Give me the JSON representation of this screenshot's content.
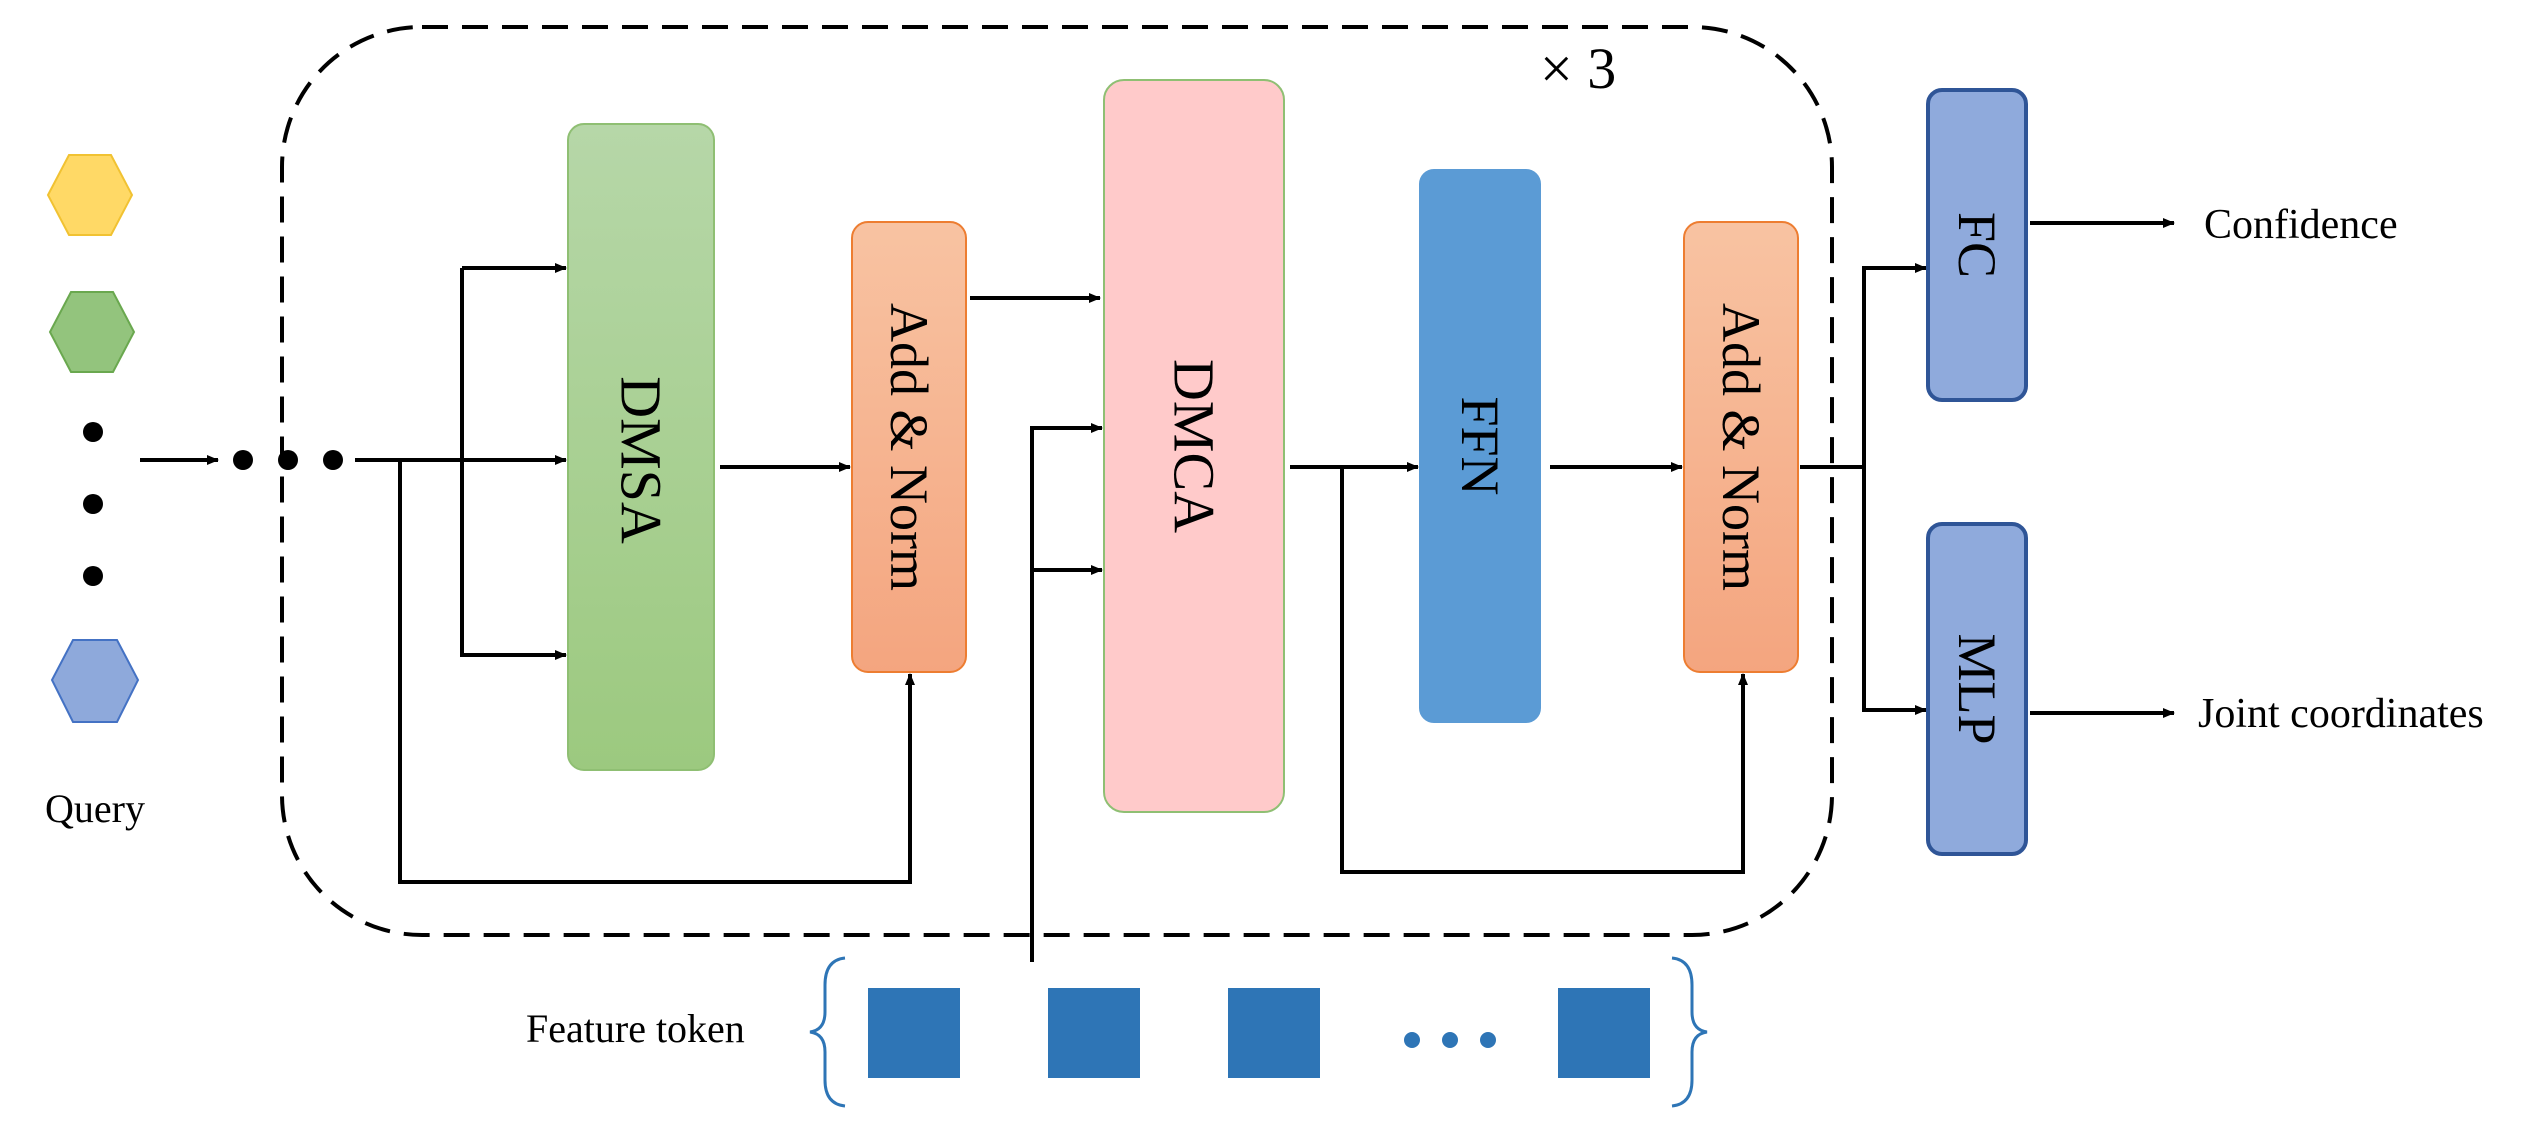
{
  "repeat_label": "× 3",
  "query_label": "Query",
  "feature_token_label": "Feature token",
  "blocks": {
    "dmsa": "DMSA",
    "addnorm1": "Add & Norm",
    "dmca": "DMCA",
    "ffn": "FFN",
    "addnorm2": "Add & Norm",
    "fc": "FC",
    "mlp": "MLP"
  },
  "outputs": {
    "confidence": "Confidence",
    "joints": "Joint coordinates"
  },
  "colors": {
    "query_yellow": "#ffd966",
    "query_green": "#93c47d",
    "query_blue": "#8ea9db",
    "dmsa_fill": "#a9d18e",
    "addnorm_fill": "#f4b183",
    "dmca_fill": "#ffc7c7",
    "ffn_fill": "#5b9bd5",
    "head_fill": "#8faadc",
    "token_fill": "#2e75b6"
  }
}
